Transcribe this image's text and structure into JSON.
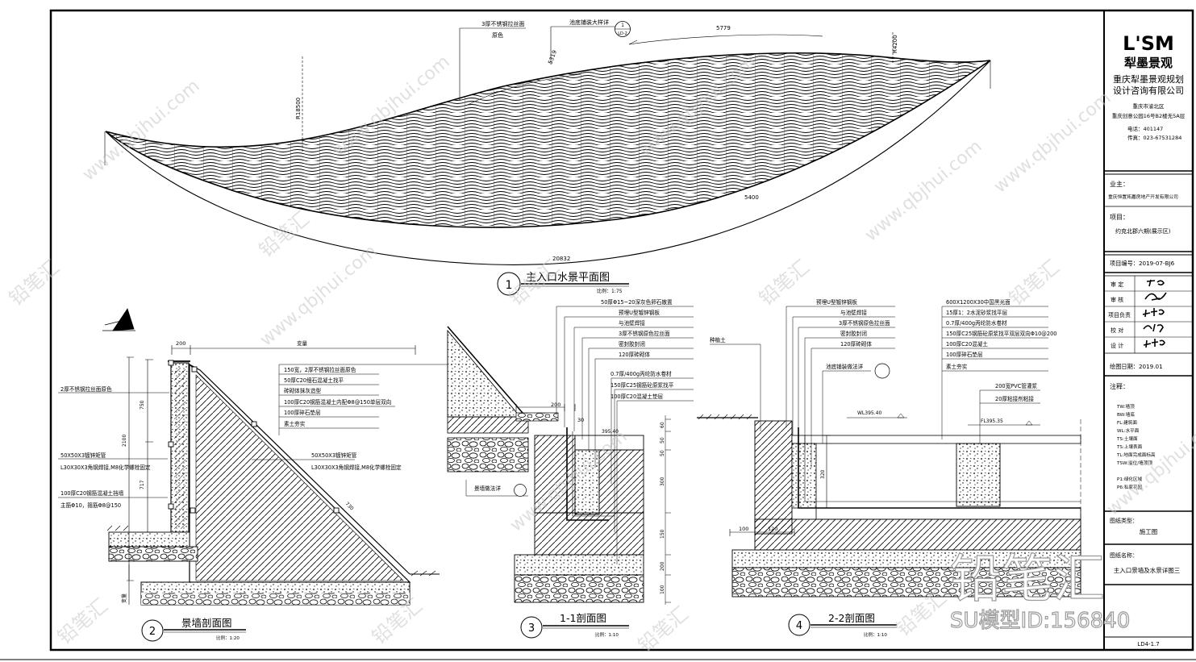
{
  "title_block": {
    "logo_mark": "L'SM",
    "logo_cn": "犁墨景观",
    "company": [
      "重庆犁墨景观规划",
      "设计咨询有限公司"
    ],
    "address": [
      "重庆市渝北区",
      "重庆创意公园16号B2楼无5A层"
    ],
    "tel": "电话：401147",
    "fax": "传真：023-67531284",
    "owner_label": "业主：",
    "owner_value": "重庆恒置拓嘉房地产开发有限公司",
    "project_label": "项目：",
    "project_value": "约克北郡六期(展示区)",
    "project_no": "项目编号：2019-07-BJ6",
    "review_label": "审  定",
    "check_label": "审  核",
    "lead_label": "项目负责",
    "proof_label": "校  对",
    "design_label": "设  计",
    "date": "绘图日期：2019.01",
    "notes_label": "注释：",
    "notes": [
      "TW:墙顶",
      "BW:墙底",
      "FL:建筑面",
      "WL:水平面",
      "TS:土壤面",
      "TS:上壤表面",
      "TL:地面完成面标高",
      "TSW:溢位/墙顶顶"
    ],
    "notes2": [
      "P1:绿化区域",
      "P6:私家花园"
    ],
    "stage_label": "图纸类型：",
    "stage_value": "施工图",
    "drawing_name_label": "图纸名称：",
    "drawing_name": "主入口景墙及水景详图三",
    "drawing_no": "LD4-1.7"
  },
  "plan": {
    "label_a": "3厚不锈钢拉丝面",
    "label_a2": "原色",
    "label_b": "池底铺装大样详",
    "ref_num": "1",
    "ref_sheet": "LD-2",
    "dim_5779": "5779",
    "dim_5319": "5319",
    "dim_r4200": "R4200",
    "dim_r18500": "R18500",
    "dim_20832": "20832",
    "dim_5400": "5400",
    "circle": "1",
    "title": "主入口水景平面图",
    "scale": "比例：1:75"
  },
  "sec2": {
    "circle": "2",
    "title": "景墙剖面图",
    "scale": "比例：1:20",
    "dim_200": "200",
    "dim_var": "变量",
    "notes": [
      "150宽，2厚不锈钢拉丝面原色",
      "50厚C20细石混凝土找平",
      "砖砌体抹灰造型",
      "100厚C20钢筋混凝土内配Φ8@150单层双向",
      "100厚碎石垫层",
      "素土夯实"
    ],
    "left1": "2厚不锈钢拉丝面原色",
    "left2": "50X50X3镀锌矩管",
    "left3": "L30X30X3角钢焊接,M8化学螺栓固定",
    "left4": "100厚C20钢筋混凝土挡墙",
    "left5": "主筋Φ10，箍筋Φ8@150",
    "right1": "50X50X3镀锌矩管",
    "right2": "L30X30X3角钢焊接,M8化学螺栓固定",
    "dim_750": "750",
    "dim_2100": "2100",
    "dim_717": "717",
    "dim_730": "730",
    "dim_side": "变量"
  },
  "sec3": {
    "circle": "3",
    "title": "1-1剖面图",
    "scale": "比例：1:10",
    "notes": [
      "50厚Φ15~20深灰色卵石散置",
      "预埋U型镀锌钢板",
      "与池壁焊接",
      "3厚不锈钢原色拉丝面",
      "密封胶封闭",
      "120厚砖砌体",
      "0.7厚/400g丙纶防水卷材",
      "150厚C25钢筋砼原浆找平",
      "100厚C20混凝土垫层"
    ],
    "ref": "景墙做法详",
    "dim_200": "200",
    "dim_30": "30",
    "v_dims": [
      "60",
      "50",
      "50",
      "300",
      "150",
      "200",
      "100"
    ],
    "lvl": "395.40"
  },
  "sec4": {
    "circle": "4",
    "title": "2-2剖面图",
    "scale": "比例：1:10",
    "left_notes": [
      "预埋U型镀锌钢板",
      "与池壁焊接",
      "3厚不锈钢原色拉丝面",
      "密封胶封闭",
      "120厚砖砌体"
    ],
    "soil": "种植土",
    "ref": "池底铺装做法详",
    "right_notes": [
      "600X1200X30中国黑光面",
      "15厚1：2水泥砂浆找平层",
      "0.7厚/400g丙纶防水卷材",
      "150厚C25钢筋砼原浆找平双层双向Φ10@200",
      "100厚C20混凝土",
      "100厚碎石垫层",
      "素土夯实"
    ],
    "pvc": "200宽PVC管灌浆",
    "glue": "20厚粘接剂粘接",
    "lvl1": "WL395.40",
    "lvl2": "FL395.35",
    "dim_100": "100",
    "dim_120": "120",
    "dim_320": "320"
  },
  "watermarks": {
    "site": "www.qbjhui.com",
    "brand": "铅笔汇",
    "big": "铅笔汇",
    "id": "SU模型ID:156840"
  }
}
